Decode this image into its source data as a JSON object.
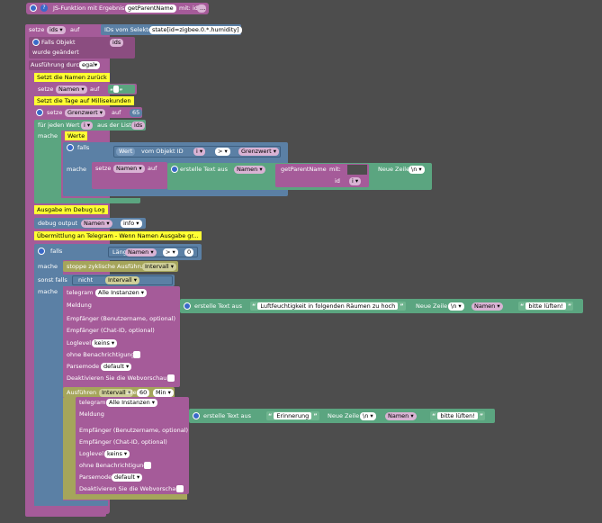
{
  "func_def": {
    "label": "JS-Funktion mit Ergebnis",
    "name": "getParentName",
    "param_label": "mit: id"
  },
  "set_ids": {
    "label": "setze",
    "var": "ids",
    "auf": "auf",
    "selector_label": "IDs vom Selektor $(",
    "selector": "state[id=zigbee.0.*.humidity]",
    "close": ")"
  },
  "comment_falls": "Falls Objekt",
  "ids_var": "ids",
  "comment_changed": "wurde geändert",
  "exec_label": "Ausführung durch",
  "exec_type": "egal",
  "comment_reset": "Setzt die Namen zurück",
  "set_namen": {
    "label": "setze",
    "var": "Namen",
    "auf": "auf",
    "value": " "
  },
  "comment_days": "Setzt die Tage auf Millisekunden",
  "set_grenz": {
    "label": "setze",
    "var": "Grenzwert",
    "auf": "auf",
    "value": "65"
  },
  "foreach": {
    "label": "für jeden Wert",
    "var": "i",
    "from": "aus der Liste",
    "list": "ids",
    "do": "mache"
  },
  "comment_werte": "Werte",
  "if1": {
    "label": "falls",
    "value_label": "Wert",
    "from_obj": "vom Objekt ID",
    "id_var": "i",
    "op": ">",
    "cmp": "Grenzwert",
    "do": "mache"
  },
  "set_namen2": {
    "label": "setze",
    "var": "Namen",
    "auf": "auf",
    "create_text": "erstelle Text aus",
    "part1": "Namen",
    "fn": "getParentName",
    "fn_mit": "mit:",
    "fn_id": "id",
    "fn_id_var": "i",
    "newline": "Neue Zeile",
    "newline_val": "\\n"
  },
  "comment_debug": "Ausgabe im Debug Log",
  "debug": {
    "label": "debug output",
    "var": "Namen",
    "level": "info"
  },
  "comment_tele": "Übermittlung an Telegram - Wenn Namen Ausgabe gr...",
  "if2": {
    "label": "falls",
    "len_label": "Länge von",
    "var": "Namen",
    "op": ">",
    "cmp": "0",
    "do": "mache"
  },
  "stop_timer": {
    "label": "stoppe zyklische Ausführung",
    "var": "Intervall"
  },
  "else_if": {
    "label": "sonst falls",
    "not": "nicht",
    "var": "Intervall",
    "do": "mache"
  },
  "telegram1": {
    "label": "telegram",
    "instance": "Alle Instanzen",
    "msg": "Meldung",
    "recipient_user": "Empfänger (Benutzername, optional)",
    "recipient_chat": "Empfänger (Chat-ID, optional)",
    "loglevel_label": "Loglevel",
    "loglevel": "keins",
    "silent": "ohne Benachrichtigung",
    "parse_label": "Parsemode",
    "parse": "default",
    "webpreview": "Deaktivieren Sie die Webvorschau"
  },
  "text1": {
    "create": "erstelle Text aus",
    "s1": "Luftfeuchtigkeit in folgenden Räumen zu hoch",
    "newline": "Neue Zeile",
    "newline_val": "\\n",
    "var": "Namen",
    "s2": "bitte lüften!"
  },
  "interval": {
    "label": "Ausführen",
    "var": "Intervall",
    "every": "alle",
    "value": "60",
    "unit": "Min"
  },
  "telegram2": {
    "label": "telegram",
    "instance": "Alle Instanzen",
    "msg": "Meldung",
    "recipient_user": "Empfänger (Benutzername, optional)",
    "recipient_chat": "Empfänger (Chat-ID, optional)",
    "loglevel_label": "Loglevel",
    "loglevel": "keins",
    "silent": "ohne Benachrichtigung",
    "parse_label": "Parsemode",
    "parse": "default",
    "webpreview": "Deaktivieren Sie die Webvorschau"
  },
  "text2": {
    "create": "erstelle Text aus",
    "s1": "Erinnerung",
    "newline": "Neue Zeile",
    "newline_val": "\\n",
    "var": "Namen",
    "s2": "bitte lüften!"
  }
}
